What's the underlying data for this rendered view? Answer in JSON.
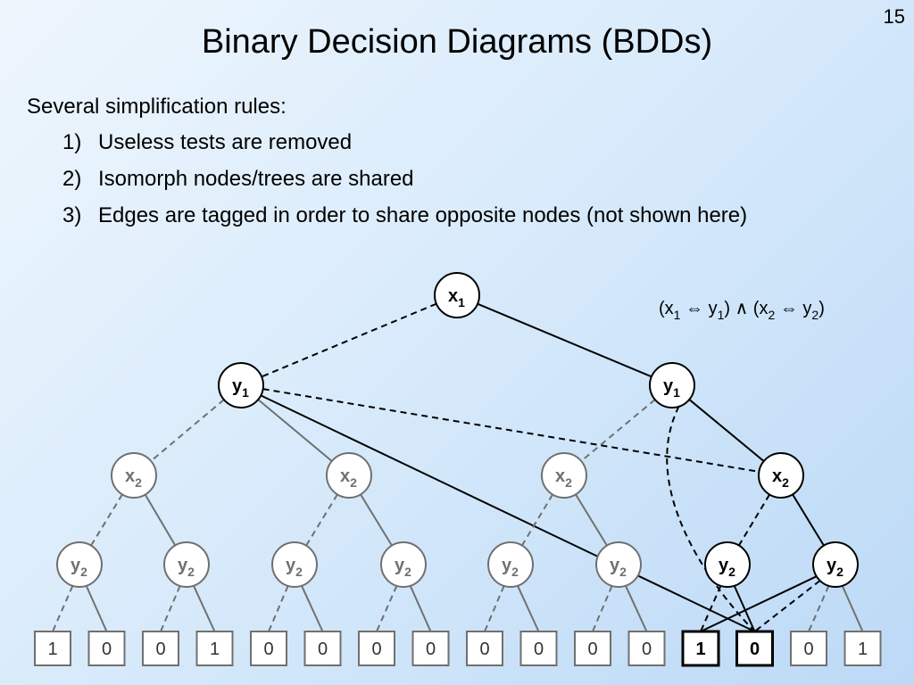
{
  "slide_number": "15",
  "title": "Binary Decision Diagrams (BDDs)",
  "intro": "Several simplification rules:",
  "rules": [
    {
      "num": "1)",
      "text": "Useless tests are removed"
    },
    {
      "num": "2)",
      "text": "Isomorph nodes/trees are shared"
    },
    {
      "num": "3)",
      "text": "Edges are tagged in order to share opposite nodes (not shown here)"
    }
  ],
  "formula": {
    "parts": [
      "(x",
      "1",
      " ⇔ y",
      "1",
      ") ∧ (x",
      "2",
      " ⇔ y",
      "2",
      ")"
    ]
  },
  "colors": {
    "active": "#000000",
    "faded": "#707070",
    "node_fill": "#ffffff"
  },
  "diagram": {
    "nodes": [
      {
        "id": "x1",
        "var": "x",
        "sub": "1",
        "level": 0,
        "idx": 0,
        "active": true
      },
      {
        "id": "y1a",
        "var": "y",
        "sub": "1",
        "level": 1,
        "idx": 0,
        "active": true
      },
      {
        "id": "y1b",
        "var": "y",
        "sub": "1",
        "level": 1,
        "idx": 1,
        "active": true
      },
      {
        "id": "x2a",
        "var": "x",
        "sub": "2",
        "level": 2,
        "idx": 0,
        "active": false
      },
      {
        "id": "x2b",
        "var": "x",
        "sub": "2",
        "level": 2,
        "idx": 1,
        "active": false
      },
      {
        "id": "x2c",
        "var": "x",
        "sub": "2",
        "level": 2,
        "idx": 2,
        "active": false
      },
      {
        "id": "x2d",
        "var": "x",
        "sub": "2",
        "level": 2,
        "idx": 3,
        "active": true
      },
      {
        "id": "y2a",
        "var": "y",
        "sub": "2",
        "level": 3,
        "idx": 0,
        "active": false
      },
      {
        "id": "y2b",
        "var": "y",
        "sub": "2",
        "level": 3,
        "idx": 1,
        "active": false
      },
      {
        "id": "y2c",
        "var": "y",
        "sub": "2",
        "level": 3,
        "idx": 2,
        "active": false
      },
      {
        "id": "y2d",
        "var": "y",
        "sub": "2",
        "level": 3,
        "idx": 3,
        "active": false
      },
      {
        "id": "y2e",
        "var": "y",
        "sub": "2",
        "level": 3,
        "idx": 4,
        "active": false
      },
      {
        "id": "y2f",
        "var": "y",
        "sub": "2",
        "level": 3,
        "idx": 5,
        "active": false
      },
      {
        "id": "y2g",
        "var": "y",
        "sub": "2",
        "level": 3,
        "idx": 6,
        "active": true
      },
      {
        "id": "y2h",
        "var": "y",
        "sub": "2",
        "level": 3,
        "idx": 7,
        "active": true
      }
    ],
    "leaves": [
      {
        "value": "1",
        "active": false
      },
      {
        "value": "0",
        "active": false
      },
      {
        "value": "0",
        "active": false
      },
      {
        "value": "1",
        "active": false
      },
      {
        "value": "0",
        "active": false
      },
      {
        "value": "0",
        "active": false
      },
      {
        "value": "0",
        "active": false
      },
      {
        "value": "0",
        "active": false
      },
      {
        "value": "0",
        "active": false
      },
      {
        "value": "0",
        "active": false
      },
      {
        "value": "0",
        "active": false
      },
      {
        "value": "0",
        "active": false
      },
      {
        "value": "1",
        "active": true
      },
      {
        "value": "0",
        "active": true
      },
      {
        "value": "0",
        "active": false
      },
      {
        "value": "1",
        "active": false
      }
    ],
    "edges": [
      {
        "from": "x1",
        "to": "y1a",
        "type": "low",
        "active": true
      },
      {
        "from": "x1",
        "to": "y1b",
        "type": "high",
        "active": true
      },
      {
        "from": "y1a",
        "to": "x2a",
        "type": "low",
        "active": false
      },
      {
        "from": "y1a",
        "to": "x2b",
        "type": "high",
        "active": false
      },
      {
        "from": "y1b",
        "to": "x2c",
        "type": "low",
        "active": false
      },
      {
        "from": "y1b",
        "to": "x2d",
        "type": "high",
        "active": true
      },
      {
        "from": "y1a",
        "to": "x2d",
        "type": "low",
        "active": true
      },
      {
        "from": "y1a",
        "to": "leaf-13",
        "type": "high",
        "active": true
      },
      {
        "from": "y1b",
        "to": "leaf-13",
        "type": "low",
        "active": true,
        "curve": true
      },
      {
        "from": "x2a",
        "to": "y2a",
        "type": "low",
        "active": false
      },
      {
        "from": "x2a",
        "to": "y2b",
        "type": "high",
        "active": false
      },
      {
        "from": "x2b",
        "to": "y2c",
        "type": "low",
        "active": false
      },
      {
        "from": "x2b",
        "to": "y2d",
        "type": "high",
        "active": false
      },
      {
        "from": "x2c",
        "to": "y2e",
        "type": "low",
        "active": false
      },
      {
        "from": "x2c",
        "to": "y2f",
        "type": "high",
        "active": false
      },
      {
        "from": "x2d",
        "to": "y2g",
        "type": "low",
        "active": true
      },
      {
        "from": "x2d",
        "to": "y2h",
        "type": "high",
        "active": true
      },
      {
        "from": "y2a",
        "to": "leaf-0",
        "type": "low",
        "active": false
      },
      {
        "from": "y2a",
        "to": "leaf-1",
        "type": "high",
        "active": false
      },
      {
        "from": "y2b",
        "to": "leaf-2",
        "type": "low",
        "active": false
      },
      {
        "from": "y2b",
        "to": "leaf-3",
        "type": "high",
        "active": false
      },
      {
        "from": "y2c",
        "to": "leaf-4",
        "type": "low",
        "active": false
      },
      {
        "from": "y2c",
        "to": "leaf-5",
        "type": "high",
        "active": false
      },
      {
        "from": "y2d",
        "to": "leaf-6",
        "type": "low",
        "active": false
      },
      {
        "from": "y2d",
        "to": "leaf-7",
        "type": "high",
        "active": false
      },
      {
        "from": "y2e",
        "to": "leaf-8",
        "type": "low",
        "active": false
      },
      {
        "from": "y2e",
        "to": "leaf-9",
        "type": "high",
        "active": false
      },
      {
        "from": "y2f",
        "to": "leaf-10",
        "type": "low",
        "active": false
      },
      {
        "from": "y2f",
        "to": "leaf-11",
        "type": "high",
        "active": false
      },
      {
        "from": "y2g",
        "to": "leaf-12",
        "type": "low",
        "active": true
      },
      {
        "from": "y2g",
        "to": "leaf-13",
        "type": "high",
        "active": true
      },
      {
        "from": "y2h",
        "to": "leaf-12",
        "type": "high",
        "active": true
      },
      {
        "from": "y2h",
        "to": "leaf-13",
        "type": "low",
        "active": true
      },
      {
        "from": "y2h",
        "to": "leaf-14",
        "type": "low",
        "active": false
      },
      {
        "from": "y2h",
        "to": "leaf-15",
        "type": "high",
        "active": false
      }
    ]
  }
}
